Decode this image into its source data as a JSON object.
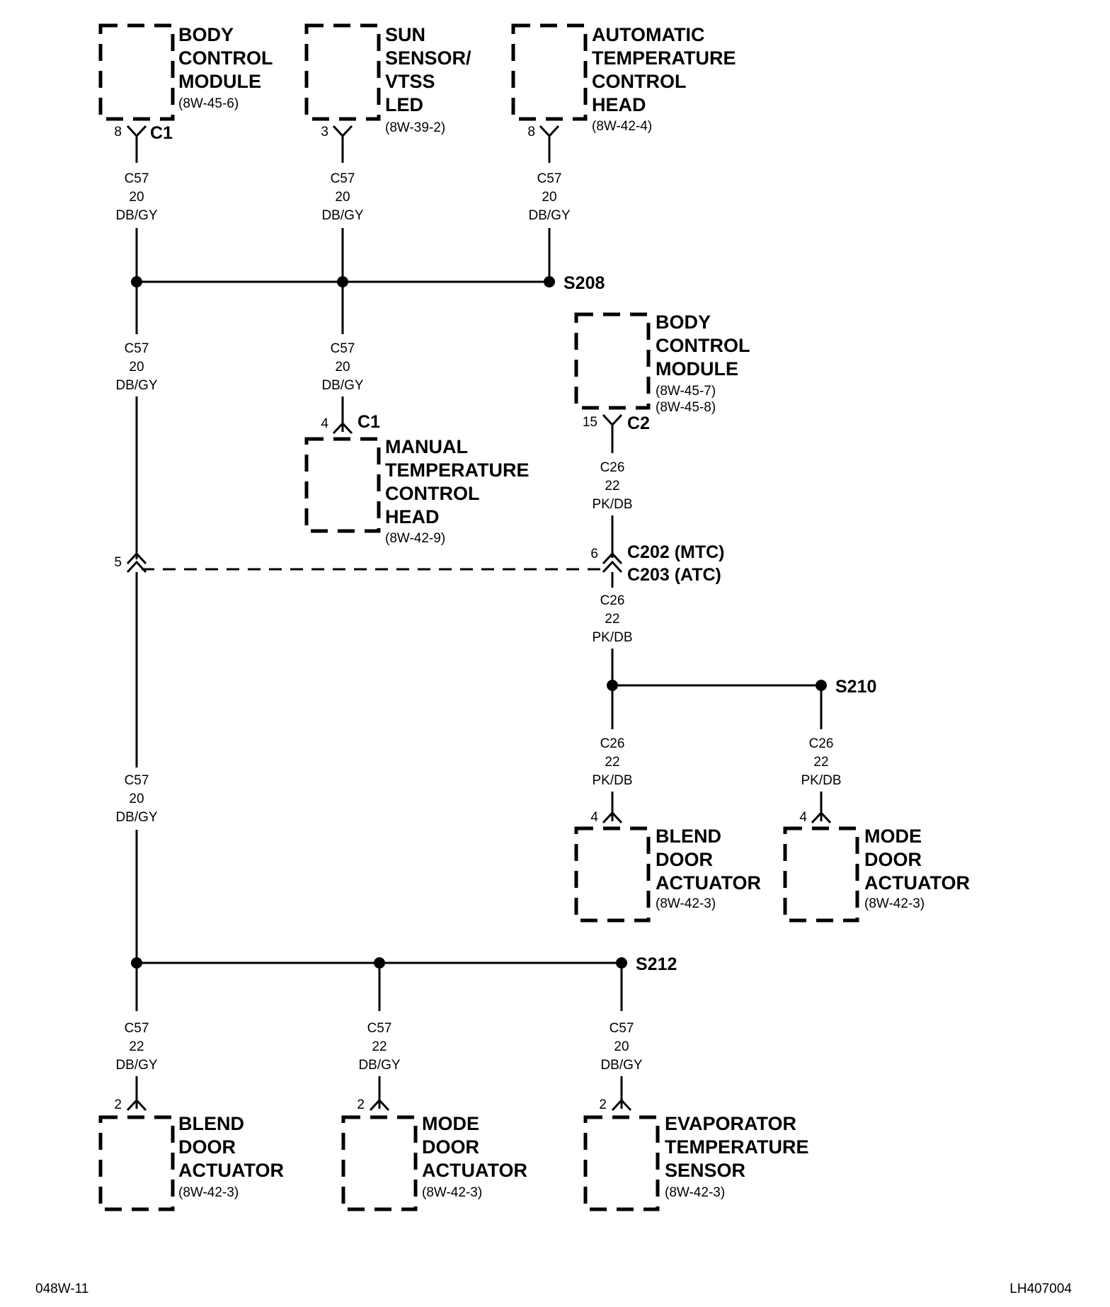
{
  "components": {
    "bcm_c1": {
      "name": [
        "BODY",
        "CONTROL",
        "MODULE"
      ],
      "ref": [
        "(8W-45-6)"
      ],
      "pin": "8",
      "connector": "C1"
    },
    "sun_sensor": {
      "name": [
        "SUN",
        "SENSOR/",
        "VTSS",
        "LED"
      ],
      "ref": [
        "(8W-39-2)"
      ],
      "pin": "3"
    },
    "atc_head": {
      "name": [
        "AUTOMATIC",
        "TEMPERATURE",
        "CONTROL",
        "HEAD"
      ],
      "ref": [
        "(8W-42-4)"
      ],
      "pin": "8"
    },
    "bcm_c2": {
      "name": [
        "BODY",
        "CONTROL",
        "MODULE"
      ],
      "ref": [
        "(8W-45-7)",
        "(8W-45-8)"
      ],
      "pin": "15",
      "connector": "C2"
    },
    "mtc_head": {
      "name": [
        "MANUAL",
        "TEMPERATURE",
        "CONTROL",
        "HEAD"
      ],
      "ref": [
        "(8W-42-9)"
      ],
      "pin": "4",
      "connector": "C1"
    },
    "blend_door_upper": {
      "name": [
        "BLEND",
        "DOOR",
        "ACTUATOR"
      ],
      "ref": [
        "(8W-42-3)"
      ],
      "pin": "4"
    },
    "mode_door_upper": {
      "name": [
        "MODE",
        "DOOR",
        "ACTUATOR"
      ],
      "ref": [
        "(8W-42-3)"
      ],
      "pin": "4"
    },
    "blend_door_lower": {
      "name": [
        "BLEND",
        "DOOR",
        "ACTUATOR"
      ],
      "ref": [
        "(8W-42-3)"
      ],
      "pin": "2"
    },
    "mode_door_lower": {
      "name": [
        "MODE",
        "DOOR",
        "ACTUATOR"
      ],
      "ref": [
        "(8W-42-3)"
      ],
      "pin": "2"
    },
    "evap_sensor": {
      "name": [
        "EVAPORATOR",
        "TEMPERATURE",
        "SENSOR"
      ],
      "ref": [
        "(8W-42-3)"
      ],
      "pin": "2"
    }
  },
  "wires": {
    "w_bcm_c1": [
      "C57",
      "20",
      "DB/GY"
    ],
    "w_sun": [
      "C57",
      "20",
      "DB/GY"
    ],
    "w_atc": [
      "C57",
      "20",
      "DB/GY"
    ],
    "w_left_upper": [
      "C57",
      "20",
      "DB/GY"
    ],
    "w_mtc": [
      "C57",
      "20",
      "DB/GY"
    ],
    "w_bcm_c2": [
      "C26",
      "22",
      "PK/DB"
    ],
    "w_right_mid": [
      "C26",
      "22",
      "PK/DB"
    ],
    "w_blend_upper": [
      "C26",
      "22",
      "PK/DB"
    ],
    "w_mode_upper": [
      "C26",
      "22",
      "PK/DB"
    ],
    "w_left_long": [
      "C57",
      "20",
      "DB/GY"
    ],
    "w_blend_lower": [
      "C57",
      "22",
      "DB/GY"
    ],
    "w_mode_lower": [
      "C57",
      "22",
      "DB/GY"
    ],
    "w_evap": [
      "C57",
      "20",
      "DB/GY"
    ]
  },
  "splices": {
    "s208": "S208",
    "s210": "S210",
    "s212": "S212"
  },
  "inline_connector": {
    "pin_left": "5",
    "pin_right": "6",
    "labels": [
      "C202 (MTC)",
      "C203 (ATC)"
    ]
  },
  "footer": {
    "left": "048W-11",
    "right": "LH407004"
  }
}
